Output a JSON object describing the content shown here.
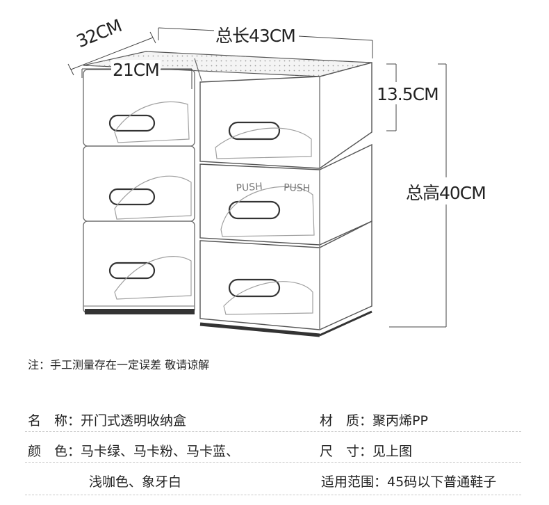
{
  "dimensions": {
    "depth": "32CM",
    "total_length": "总长43CM",
    "inner_width": "21CM",
    "box_height": "13.5CM",
    "total_height": "总高40CM"
  },
  "note": "注：手工测量存在一定误差 敬请谅解",
  "specs": {
    "name_label": "名　称：",
    "name_value": "开门式透明收纳盒",
    "material_label": "材　质：",
    "material_value": "聚丙烯PP",
    "color_label": "颜　色：",
    "color_value_1": "马卡绿、马卡粉、马卡蓝、",
    "color_value_2": "浅咖色、象牙白",
    "size_label": "尺　寸：",
    "size_value": "见上图",
    "fit_label": "适用范围：",
    "fit_value": "45码以下普通鞋子"
  },
  "product_print": "PUSH"
}
